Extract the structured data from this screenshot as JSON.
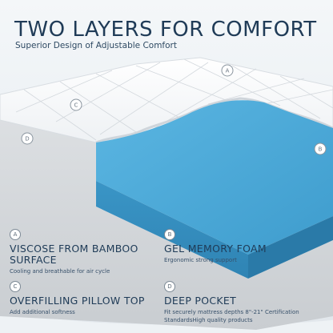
{
  "header": {
    "title": "TWO LAYERS FOR COMFORT",
    "subtitle": "Superior Design of Adjustable Comfort"
  },
  "markers": {
    "a": "A",
    "b": "B",
    "c": "C",
    "d": "D"
  },
  "features": [
    {
      "letter": "A",
      "title": "VISCOSE FROM BAMBOO SURFACE",
      "description": "Cooling and breathable for air cycle"
    },
    {
      "letter": "B",
      "title": "GEL MEMORY FOAM",
      "description": "Ergonomic strong support"
    },
    {
      "letter": "C",
      "title": "OVERFILLING PILLOW TOP",
      "description": "Add additional softness"
    },
    {
      "letter": "D",
      "title": "DEEP POCKET",
      "description": "Fit securely mattress depths 8\"-21\" Certification StandardsHigh quality products"
    }
  ],
  "colors": {
    "title": "#1f3b57",
    "gel_foam": "#4aa6d3",
    "cover": "#d7dadd"
  }
}
